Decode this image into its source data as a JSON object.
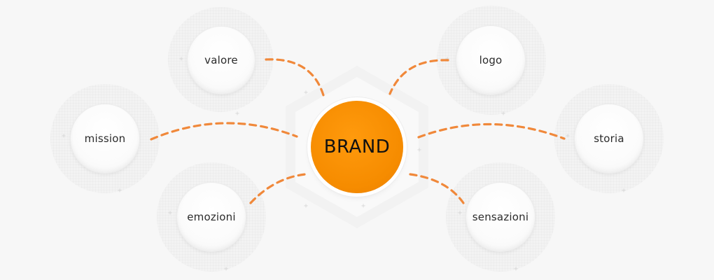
{
  "center": {
    "label": "BRAND",
    "color": "#f68c00"
  },
  "nodes": [
    {
      "id": "valore",
      "label": "valore"
    },
    {
      "id": "logo",
      "label": "logo"
    },
    {
      "id": "mission",
      "label": "mission"
    },
    {
      "id": "storia",
      "label": "storia"
    },
    {
      "id": "emozioni",
      "label": "emozioni"
    },
    {
      "id": "sensazioni",
      "label": "sensazioni"
    }
  ],
  "connector_color": "#f0883a"
}
